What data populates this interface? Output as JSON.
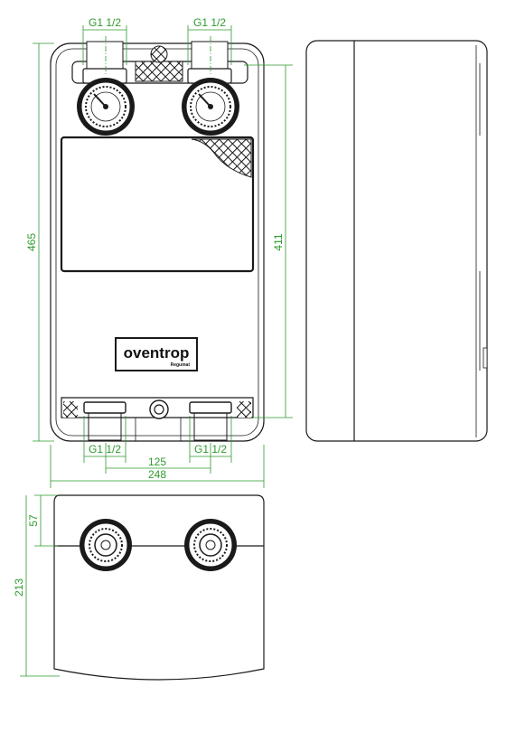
{
  "dimensions": {
    "height_total": "465",
    "height_inner": "411",
    "width_total": "248",
    "connection_spacing": "125",
    "depth_top": "57",
    "depth_total": "213"
  },
  "threads": {
    "top_left": "G1 1/2",
    "top_right": "G1 1/2",
    "bottom_left": "G1 1/2",
    "bottom_right": "G1 1/2"
  },
  "brand": {
    "name": "oventrop",
    "subline": "Regumat"
  },
  "colors": {
    "dimension_lines": "#2e9a2e",
    "outline": "#1a1a1a"
  }
}
